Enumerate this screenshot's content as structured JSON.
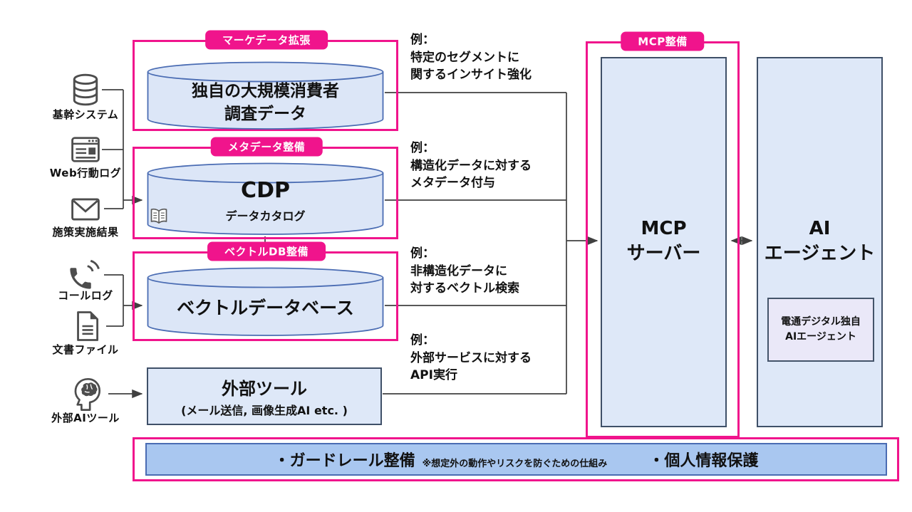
{
  "title": "データ/MCP/AIエージェント構成図",
  "colors": {
    "accent_pink": "#F0148C",
    "cylinder_fill": "#DCE6F7",
    "cylinder_stroke": "#4A6CB3",
    "box_fill": "#DEE8F8",
    "box_stroke": "#3F5068",
    "agent_inner_fill": "#EAE8F8",
    "guard_bar_fill": "#A9C7F0",
    "guard_bar_stroke": "#4A6CB3",
    "connector_line": "#404040",
    "icon_gray": "#4D4D4D"
  },
  "sources": [
    {
      "label": "基幹システム",
      "icon": "database-icon"
    },
    {
      "label": "Web行動ログ",
      "icon": "browser-icon"
    },
    {
      "label": "施策実施結果",
      "icon": "envelope-icon"
    },
    {
      "label": "コールログ",
      "icon": "phone-icon"
    },
    {
      "label": "文書ファイル",
      "icon": "document-icon"
    },
    {
      "label": "外部AIツール",
      "icon": "head-brain-icon"
    }
  ],
  "groups": {
    "marke": {
      "tag": "マーケデータ拡張",
      "cylinder": "独自の大規模消費者\n調査データ"
    },
    "meta": {
      "tag": "メタデータ整備",
      "cylinder": "CDP",
      "catalog": "データカタログ"
    },
    "vector": {
      "tag": "ベクトルDB整備",
      "cylinder": "ベクトルデータベース"
    }
  },
  "external_tool": {
    "title": "外部ツール",
    "subtitle": "(メール送信, 画像生成AI etc. )"
  },
  "examples": [
    {
      "text": "例：\n特定のセグメントに\n関するインサイト強化"
    },
    {
      "text": "例：\n構造化データに対する\nメタデータ付与"
    },
    {
      "text": "例：\n非構造化データに\n対するベクトル検索"
    },
    {
      "text": "例：\n外部サービスに対する\nAPI実行"
    }
  ],
  "mcp": {
    "tag": "MCP整備",
    "server_title": "MCP\nサーバー"
  },
  "agent": {
    "title": "AI\nエージェント",
    "inner": "電通デジタル独自\nAIエージェント"
  },
  "guardrail": {
    "item1": "・ガードレール整備",
    "note": "※想定外の動作やリスクを防ぐための仕組み",
    "item2": "・個人情報保護"
  }
}
